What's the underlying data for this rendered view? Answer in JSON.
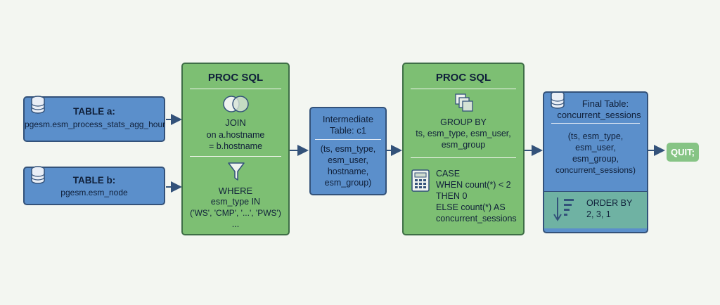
{
  "table_a": {
    "label": "TABLE a:",
    "name": "pgesm.esm_process_stats_agg_hour"
  },
  "table_b": {
    "label": "TABLE b:",
    "name": "pgesm.esm_node"
  },
  "proc1": {
    "title": "PROC SQL",
    "join_label": "JOIN",
    "join_on": [
      "on a.hostname",
      "= b.hostname"
    ],
    "where_label": "WHERE",
    "where_lines": [
      "esm_type IN",
      "('WS', 'CMP', '...', 'PWS')",
      "..."
    ]
  },
  "intermediate": {
    "title": [
      "Intermediate",
      "Table: c1"
    ],
    "cols": [
      "(ts, esm_type,",
      "esm_user,",
      "hostname,",
      "esm_group)"
    ]
  },
  "proc2": {
    "title": "PROC SQL",
    "group_lines": [
      "GROUP BY",
      "ts, esm_type, esm_user,",
      "esm_group"
    ],
    "case_lines": [
      "CASE",
      "WHEN count(*) < 2",
      "THEN 0",
      "ELSE count(*) AS",
      "concurrent_sessions"
    ]
  },
  "final": {
    "title": [
      "Final Table:",
      "concurrent_sessions"
    ],
    "cols": [
      "(ts, esm_type,",
      "esm_user,",
      "esm_group,",
      "concurrent_sessions)"
    ],
    "order_lines": [
      "ORDER BY",
      "2, 3, 1"
    ]
  },
  "quit": {
    "label": "QUIT;"
  },
  "colors": {
    "blue_box": "#5b8fcb",
    "green_box": "#7dbf73",
    "teal_panel": "#6fb2a3",
    "border": "#33527a",
    "quit": "#86c485"
  }
}
